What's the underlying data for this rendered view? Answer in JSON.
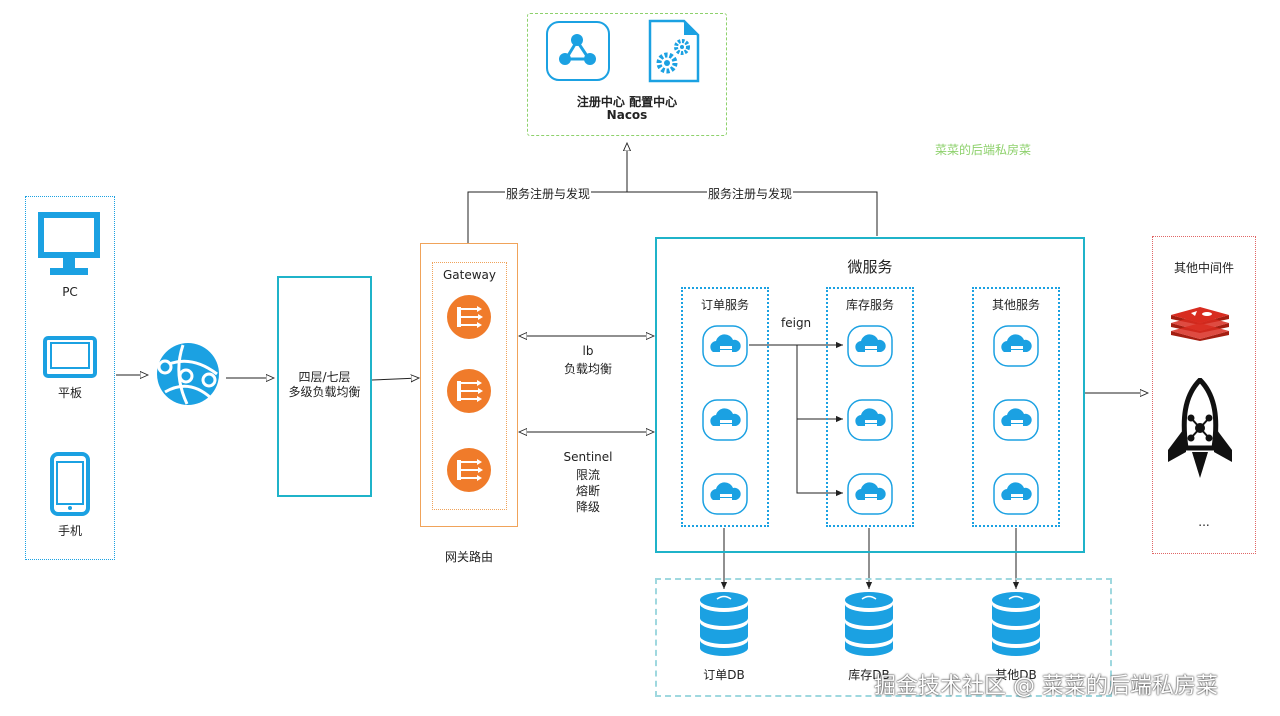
{
  "nacos": {
    "title_line1": "注册中心 配置中心",
    "title_line2": "Nacos"
  },
  "watermark_small": "菜菜的后端私房菜",
  "edges": {
    "register_left": "服务注册与发现",
    "register_right": "服务注册与发现",
    "lb_line1": "lb",
    "lb_line2": "负载均衡",
    "sentinel_line1": "Sentinel",
    "sentinel_line2": "限流",
    "sentinel_line3": "熔断",
    "sentinel_line4": "降级",
    "feign": "feign"
  },
  "clients": {
    "pc": "PC",
    "tablet": "平板",
    "phone": "手机"
  },
  "lb_box": {
    "line1": "四层/七层",
    "line2": "多级负载均衡"
  },
  "gateway": {
    "title": "Gateway",
    "caption": "网关路由"
  },
  "microservices": {
    "title": "微服务",
    "order": "订单服务",
    "inventory": "库存服务",
    "other": "其他服务"
  },
  "databases": {
    "order": "订单DB",
    "inventory": "库存DB",
    "other": "其他DB"
  },
  "middleware": {
    "title": "其他中间件",
    "more": "..."
  },
  "footer_watermark": "掘金技术社区 @ 菜菜的后端私房菜",
  "colors": {
    "cyan": "#1fb3c9",
    "icon_blue": "#1ba1e2",
    "green_dash": "#8ed16c",
    "red_dash": "#e06666",
    "orange": "#f0a35a",
    "gateway_orange": "#f07b2a"
  }
}
